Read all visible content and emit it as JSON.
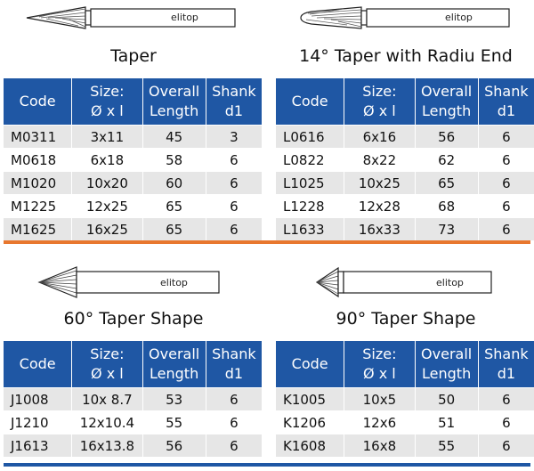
{
  "brand": "elitop",
  "colors": {
    "header_bg": "#1f57a4",
    "row_alt": "#e6e6e6",
    "divider_top": "#e8772e",
    "divider_bottom": "#1f57a4"
  },
  "panels": [
    {
      "title": "Taper",
      "tool_icon": "taper-burr-icon",
      "headers": [
        [
          "Code",
          ""
        ],
        [
          "Size:",
          "Ø x l"
        ],
        [
          "Overall",
          "Length"
        ],
        [
          "Shank",
          "d1"
        ]
      ],
      "rows": [
        [
          "M0311",
          "3x11",
          "45",
          "3"
        ],
        [
          "M0618",
          "6x18",
          "58",
          "6"
        ],
        [
          "M1020",
          "10x20",
          "60",
          "6"
        ],
        [
          "M1225",
          "12x25",
          "65",
          "6"
        ],
        [
          "M1625",
          "16x25",
          "65",
          "6"
        ]
      ]
    },
    {
      "title": "14° Taper with Radiu End",
      "tool_icon": "radius-taper-burr-icon",
      "headers": [
        [
          "Code",
          ""
        ],
        [
          "Size:",
          "Ø x l"
        ],
        [
          "Overall",
          "Length"
        ],
        [
          "Shank",
          "d1"
        ]
      ],
      "rows": [
        [
          "L0616",
          "6x16",
          "56",
          "6"
        ],
        [
          "L0822",
          "8x22",
          "62",
          "6"
        ],
        [
          "L1025",
          "10x25",
          "65",
          "6"
        ],
        [
          "L1228",
          "12x28",
          "68",
          "6"
        ],
        [
          "L1633",
          "16x33",
          "73",
          "6"
        ]
      ]
    },
    {
      "title": "60° Taper Shape",
      "tool_icon": "cone-60-burr-icon",
      "headers": [
        [
          "Code",
          ""
        ],
        [
          "Size:",
          "Ø x l"
        ],
        [
          "Overall",
          "Length"
        ],
        [
          "Shank",
          "d1"
        ]
      ],
      "rows": [
        [
          "J1008",
          "10x 8.7",
          "53",
          "6"
        ],
        [
          "J1210",
          "12x10.4",
          "55",
          "6"
        ],
        [
          "J1613",
          "16x13.8",
          "56",
          "6"
        ]
      ]
    },
    {
      "title": "90° Taper Shape",
      "tool_icon": "cone-90-burr-icon",
      "headers": [
        [
          "Code",
          ""
        ],
        [
          "Size:",
          "Ø x l"
        ],
        [
          "Overall",
          "Length"
        ],
        [
          "Shank",
          "d1"
        ]
      ],
      "rows": [
        [
          "K1005",
          "10x5",
          "50",
          "6"
        ],
        [
          "K1206",
          "12x6",
          "51",
          "6"
        ],
        [
          "K1608",
          "16x8",
          "55",
          "6"
        ]
      ]
    }
  ]
}
